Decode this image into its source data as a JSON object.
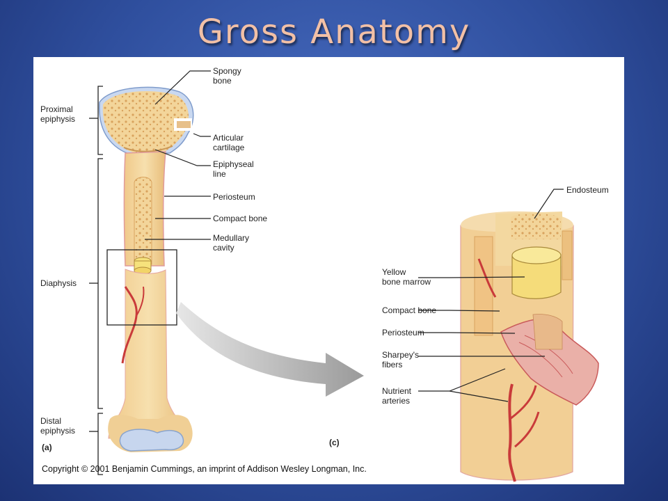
{
  "slide": {
    "title": "Gross Anatomy"
  },
  "figure": {
    "left_labels": {
      "proximal_1": "Proximal",
      "proximal_2": "epiphysis",
      "diaphysis": "Diaphysis",
      "distal_1": "Distal",
      "distal_2": "epiphysis"
    },
    "bone_labels": {
      "spongy_1": "Spongy",
      "spongy_2": "bone",
      "articular_1": "Articular",
      "articular_2": "cartilage",
      "epiphyseal_1": "Epiphyseal",
      "epiphyseal_2": "line",
      "periosteum": "Periosteum",
      "compact_bone": "Compact bone",
      "medullary_1": "Medullary",
      "medullary_2": "cavity"
    },
    "detail_labels": {
      "endosteum": "Endosteum",
      "yellow_1": "Yellow",
      "yellow_2": "bone marrow",
      "compact_bone": "Compact bone",
      "periosteum": "Periosteum",
      "sharpey_1": "Sharpey's",
      "sharpey_2": "fibers",
      "nutrient_1": "Nutrient",
      "nutrient_2": "arteries"
    },
    "panel_a": "(a)",
    "panel_c": "(c)",
    "copyright": "Copyright © 2001 Benjamin Cummings, an imprint of Addison Wesley Longman, Inc."
  },
  "colors": {
    "bone": "#f3d59a",
    "bone_dark": "#e2b56e",
    "periosteum": "#d9556b",
    "cartilage": "#b8c9e8",
    "artery": "#c93a3a",
    "marrow": "#f5dc7a"
  }
}
